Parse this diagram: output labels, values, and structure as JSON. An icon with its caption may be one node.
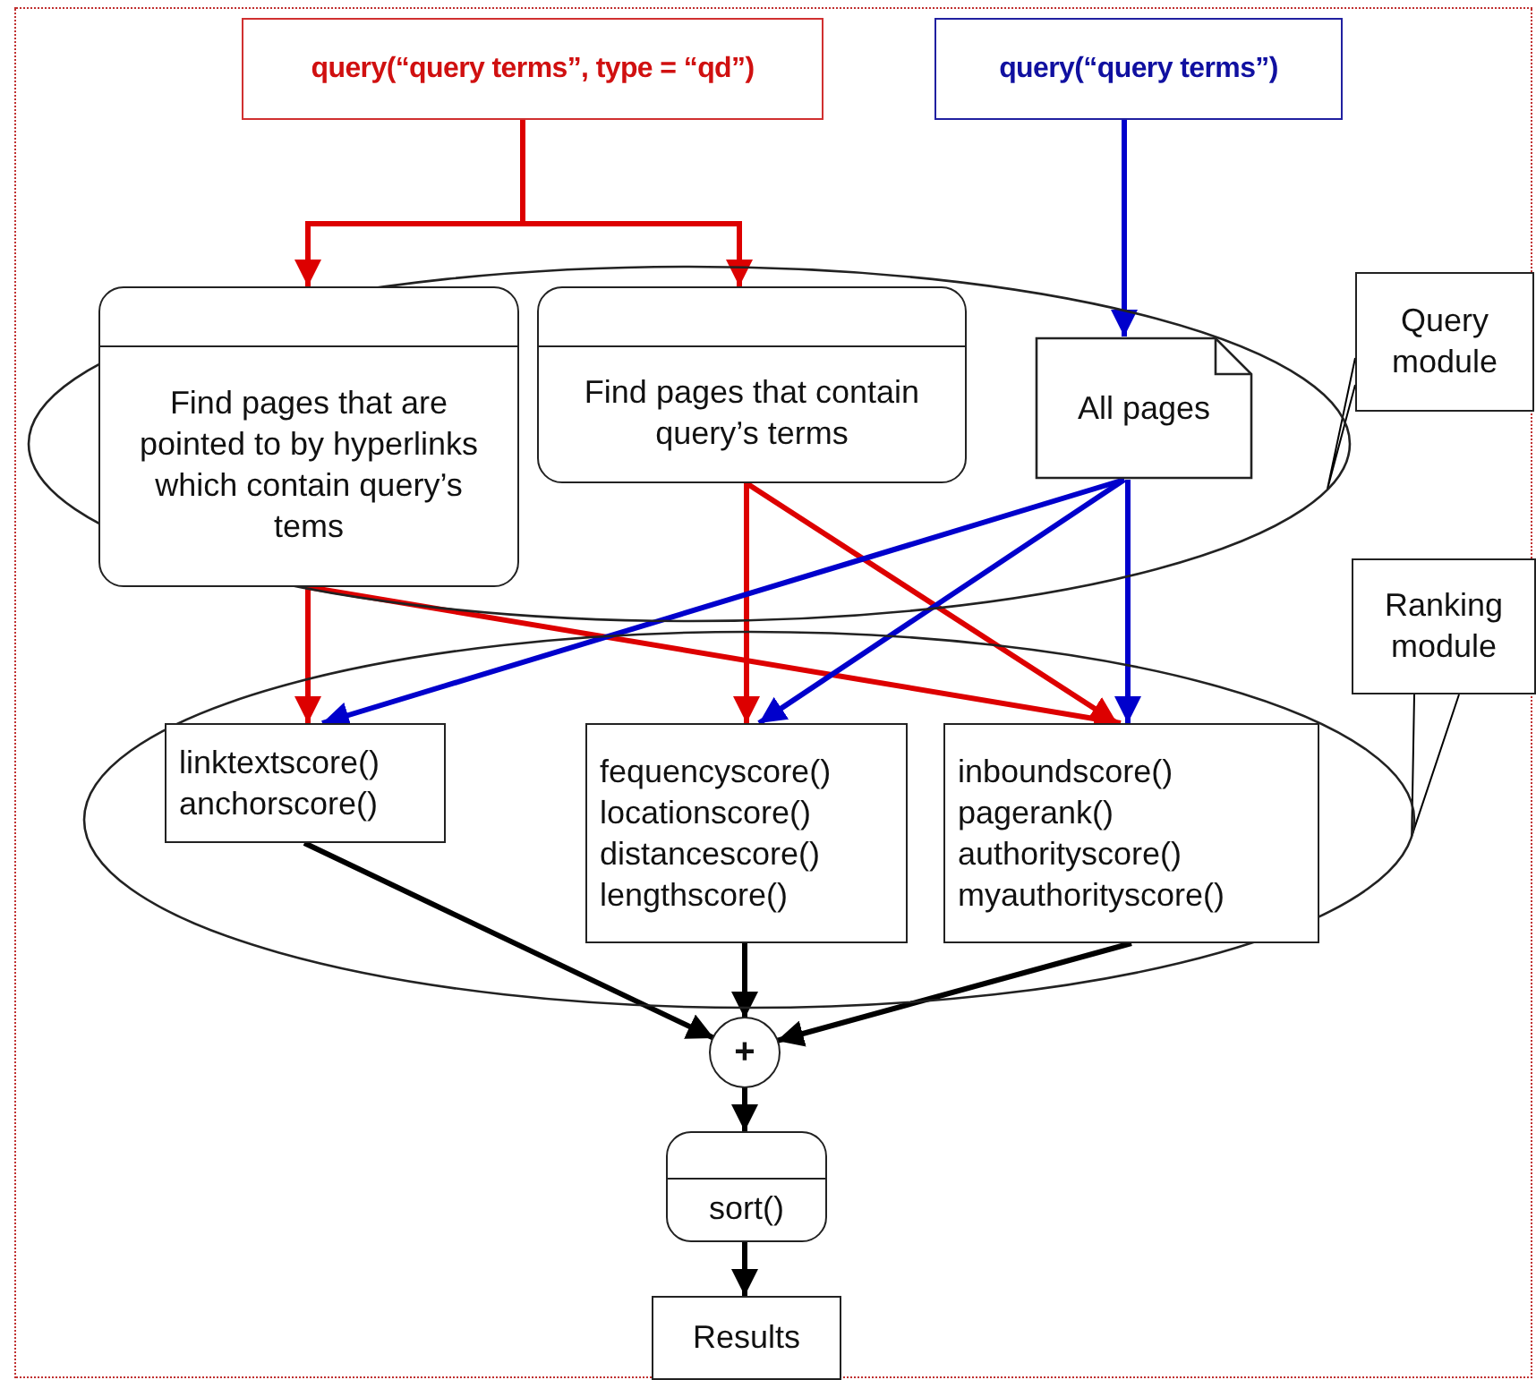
{
  "diagram": {
    "nodes": [
      {
        "text": [
          "query(“query terms”, type = “qd”)"
        ]
      },
      {
        "text": [
          "query(“query terms”)"
        ]
      },
      {
        "text": [],
        "shape": "ellipse"
      },
      {
        "text": [
          "Find pages that are pointed to by hyperlinks which contain query’s tems"
        ],
        "in": 2
      },
      {
        "text": [
          "Find pages that contain query’s terms"
        ],
        "in": 2
      },
      {
        "text": [
          "All pages"
        ],
        "in": 2
      },
      {
        "text": [
          "Query module"
        ]
      },
      {
        "text": [],
        "shape": "ellipse"
      },
      {
        "text": [
          "linktextscore()",
          "anchorscore()"
        ],
        "in": 7
      },
      {
        "text": [
          "fequencyscore()",
          "locationscore()",
          "distancescore()",
          "lengthscore()"
        ],
        "in": 7
      },
      {
        "text": [
          "inboundscore()",
          "pagerank()",
          "authorityscore()",
          "myauthorityscore()"
        ],
        "in": 7
      },
      {
        "text": [
          "Ranking module"
        ]
      },
      {
        "text": [
          "+"
        ]
      },
      {
        "text": [
          "sort()"
        ]
      },
      {
        "text": [
          "Results"
        ]
      }
    ],
    "edges": [
      {
        "from": 0,
        "to": 3,
        "arrow": "to",
        "color": "#dd0000"
      },
      {
        "from": 0,
        "to": 4,
        "arrow": "to",
        "color": "#dd0000"
      },
      {
        "from": 1,
        "to": 5,
        "arrow": "to",
        "color": "#0000cc"
      },
      {
        "from": 6,
        "to": 2,
        "arrow": "none"
      },
      {
        "from": 3,
        "to": 8,
        "arrow": "to",
        "color": "#dd0000"
      },
      {
        "from": 3,
        "to": 10,
        "arrow": "to",
        "color": "#dd0000"
      },
      {
        "from": 4,
        "to": 9,
        "arrow": "to",
        "color": "#dd0000"
      },
      {
        "from": 4,
        "to": 10,
        "arrow": "to",
        "color": "#dd0000"
      },
      {
        "from": 5,
        "to": 8,
        "arrow": "to",
        "color": "#0000cc"
      },
      {
        "from": 5,
        "to": 9,
        "arrow": "to",
        "color": "#0000cc"
      },
      {
        "from": 5,
        "to": 10,
        "arrow": "to",
        "color": "#0000cc"
      },
      {
        "from": 11,
        "to": 7,
        "arrow": "none"
      },
      {
        "from": 8,
        "to": 12,
        "arrow": "to",
        "color": "#000000"
      },
      {
        "from": 9,
        "to": 12,
        "arrow": "to",
        "color": "#000000"
      },
      {
        "from": 10,
        "to": 12,
        "arrow": "to",
        "color": "#000000"
      },
      {
        "from": 12,
        "to": 13,
        "arrow": "to"
      },
      {
        "from": 13,
        "to": 14,
        "arrow": "to"
      }
    ]
  }
}
